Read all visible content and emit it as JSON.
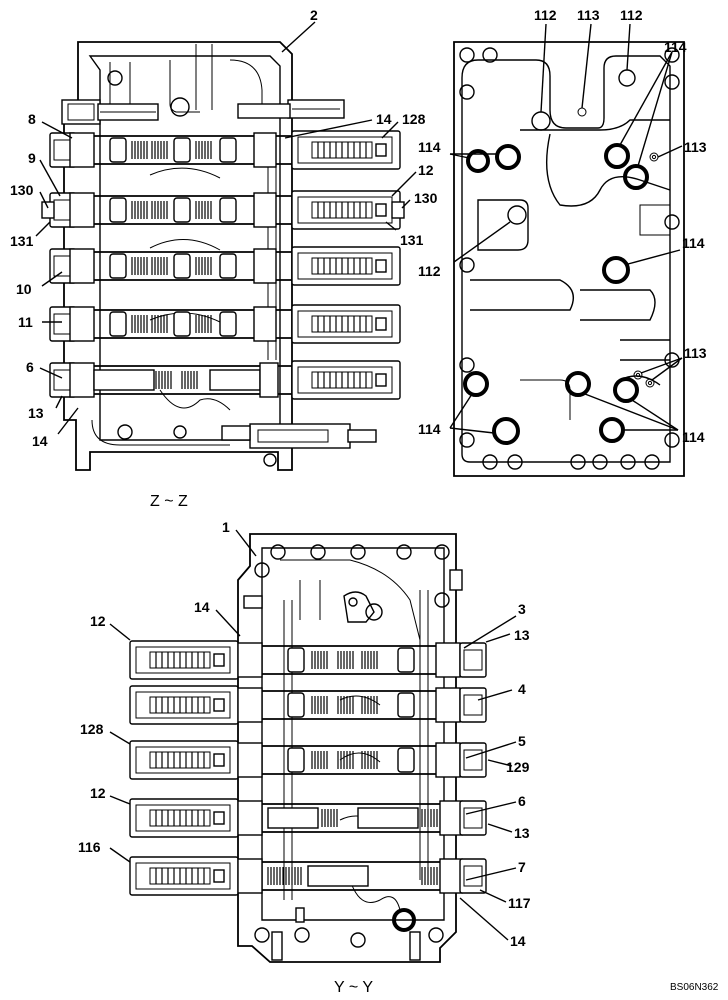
{
  "diagram": {
    "section_zz": {
      "caption": "Z ~ Z",
      "labels": [
        {
          "id": "2",
          "text": "2"
        },
        {
          "id": "8",
          "text": "8"
        },
        {
          "id": "14a",
          "text": "14"
        },
        {
          "id": "128",
          "text": "128"
        },
        {
          "id": "9",
          "text": "9"
        },
        {
          "id": "12",
          "text": "12"
        },
        {
          "id": "130l",
          "text": "130"
        },
        {
          "id": "130r",
          "text": "130"
        },
        {
          "id": "131l",
          "text": "131"
        },
        {
          "id": "131r",
          "text": "131"
        },
        {
          "id": "10",
          "text": "10"
        },
        {
          "id": "11",
          "text": "11"
        },
        {
          "id": "6",
          "text": "6"
        },
        {
          "id": "13",
          "text": "13"
        },
        {
          "id": "14b",
          "text": "14"
        }
      ]
    },
    "top_right_view": {
      "labels": [
        {
          "id": "112a",
          "text": "112"
        },
        {
          "id": "113a",
          "text": "113"
        },
        {
          "id": "112b",
          "text": "112"
        },
        {
          "id": "114a",
          "text": "114"
        },
        {
          "id": "114b",
          "text": "114"
        },
        {
          "id": "113b",
          "text": "113"
        },
        {
          "id": "112c",
          "text": "112"
        },
        {
          "id": "114c",
          "text": "114"
        },
        {
          "id": "113c",
          "text": "113"
        },
        {
          "id": "114d",
          "text": "114"
        },
        {
          "id": "114e",
          "text": "114"
        }
      ]
    },
    "section_yy": {
      "caption": "Y ~ Y",
      "labels": [
        {
          "id": "1",
          "text": "1"
        },
        {
          "id": "14a",
          "text": "14"
        },
        {
          "id": "12a",
          "text": "12"
        },
        {
          "id": "3",
          "text": "3"
        },
        {
          "id": "13a",
          "text": "13"
        },
        {
          "id": "4",
          "text": "4"
        },
        {
          "id": "128",
          "text": "128"
        },
        {
          "id": "5",
          "text": "5"
        },
        {
          "id": "129",
          "text": "129"
        },
        {
          "id": "12b",
          "text": "12"
        },
        {
          "id": "6",
          "text": "6"
        },
        {
          "id": "13b",
          "text": "13"
        },
        {
          "id": "116",
          "text": "116"
        },
        {
          "id": "7",
          "text": "7"
        },
        {
          "id": "117",
          "text": "117"
        },
        {
          "id": "14b",
          "text": "14"
        }
      ]
    },
    "drawing_code": "BS06N362"
  }
}
